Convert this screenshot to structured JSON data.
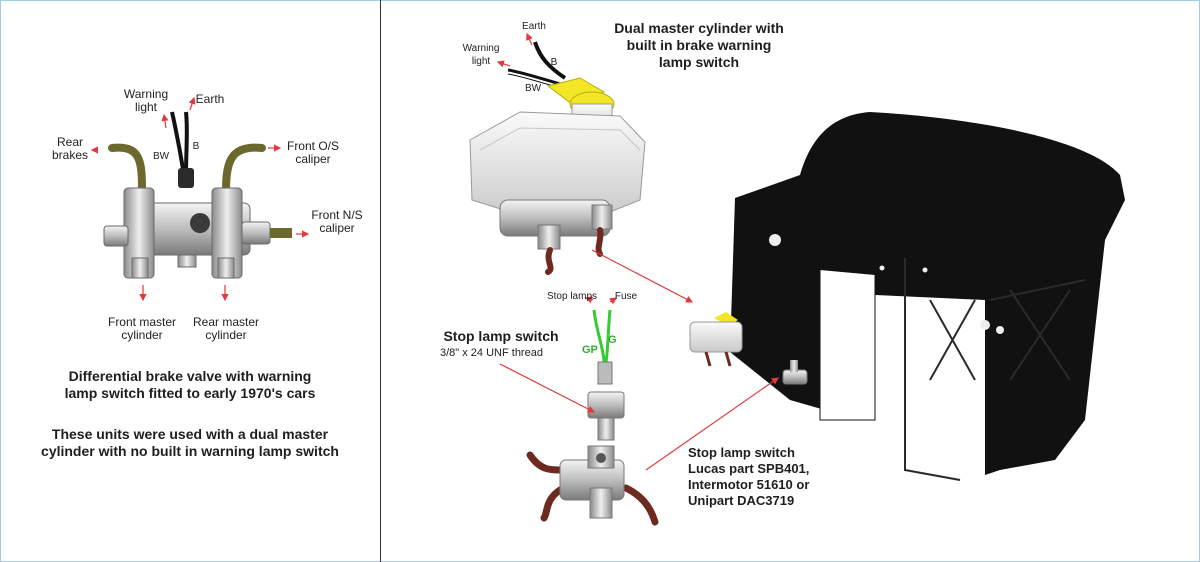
{
  "left": {
    "labels": {
      "warning_light": "Warning\nlight",
      "earth": "Earth",
      "rear_brakes": "Rear\nbrakes",
      "front_os": "Front O/S\ncaliper",
      "front_ns": "Front N/S\ncaliper",
      "front_master": "Front master\ncylinder",
      "rear_master": "Rear master\ncylinder",
      "bw": "BW",
      "b": "B"
    },
    "caption1": "Differential brake valve with warning\nlamp switch fitted to early 1970's cars",
    "caption2": "These units were used with a dual master\ncylinder with no built in warning lamp switch"
  },
  "right": {
    "master_caption": "Dual master cylinder with\nbuilt in brake warning\nlamp switch",
    "labels": {
      "earth": "Earth",
      "warning_light": "Warning\nlight",
      "b": "B",
      "bw": "BW",
      "stop_lamps": "Stop lamps",
      "fuse": "Fuse",
      "gp": "GP",
      "g": "G"
    },
    "stop_switch_title": "Stop lamp switch",
    "stop_switch_thread": "3/8\" x 24 UNF thread",
    "stop_switch_parts": "Stop lamp switch\nLucas part SPB401,\nIntermotor 51610 or\nUnipart DAC3719"
  },
  "colors": {
    "arrow": "#e0393e",
    "pipe": "#6b6a2c",
    "pipe_red": "#6e2a1f",
    "reservoir_cap": "#f2e627",
    "wire_green": "#33cc33",
    "panel": "#111111"
  }
}
